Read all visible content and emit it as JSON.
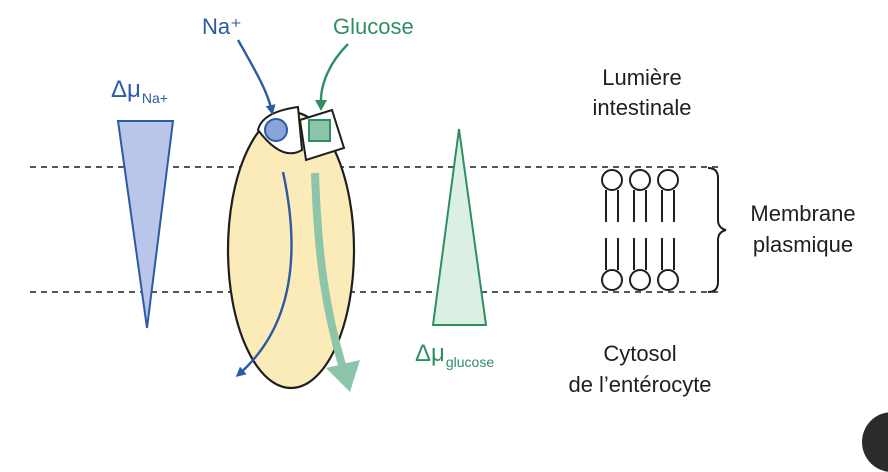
{
  "labels": {
    "na": "Na⁺",
    "glucose": "Glucose",
    "delta_mu": "Δμ",
    "delta_mu_na_sub": "Na+",
    "delta_mu_glucose_sub": "glucose",
    "lumen_line1": "Lumière",
    "lumen_line2": "intestinale",
    "membrane_line1": "Membrane",
    "membrane_line2": "plasmique",
    "cytosol_line1": "Cytosol",
    "cytosol_line2": "de l’entérocyte"
  },
  "colors": {
    "sodium": "#2b5aa6",
    "sodium_fill": "#b9c6e9",
    "glucose": "#2e8f63",
    "glucose_fill": "#dcefe4",
    "glucose_arrow": "#8cc5aa",
    "transporter_fill": "#fbebb8",
    "outline": "#1f1f1f"
  }
}
